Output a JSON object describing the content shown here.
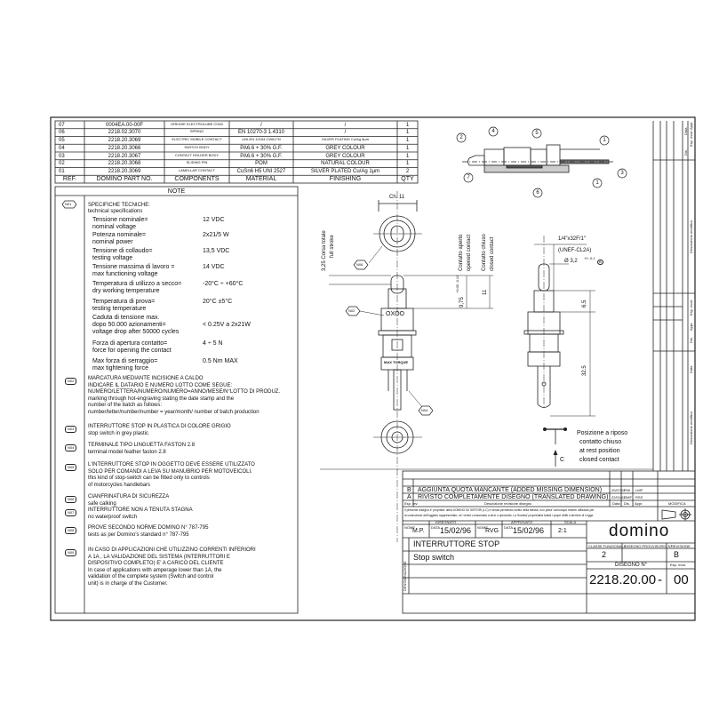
{
  "parts_table": {
    "headers": [
      "REF.",
      "DOMINO PART NO.",
      "COMPONENTS",
      "MATERIAL",
      "FINISHING",
      "QTY"
    ],
    "rows": [
      [
        "07",
        "0004EA.00-00F",
        "GREASE ELECTROLUBE CG60",
        "/",
        "/",
        "1"
      ],
      [
        "06",
        "2218.02.3070",
        "SPRING",
        "EN 10270-3 1.4310",
        "/",
        "1"
      ],
      [
        "05",
        "2218.20.3069",
        "ELECTRIC MOBILE CONTACT",
        "UNI-EN 12164 CW617N",
        "SILVER PLATING Cu/Ag 5µm",
        "1"
      ],
      [
        "04",
        "2218.20.3066",
        "SWITCH BODY",
        "PA6.6 + 30% G.F.",
        "GREY COLOUR",
        "1"
      ],
      [
        "03",
        "2218.20.3067",
        "CONTACT HOLDER BODY",
        "PA6.6 + 30% G.F.",
        "GREY COLOUR",
        "1"
      ],
      [
        "02",
        "2218.20.3068",
        "SLIDING PIN",
        "POM",
        "NATURAL COLOUR",
        "1"
      ],
      [
        "01",
        "2218.20.3069",
        "LAMELLAR CONTACT",
        "CuSn6 H5 UNI 2527",
        "SILVER PLATED Cu/Ag 1µm",
        "2"
      ]
    ]
  },
  "notes": {
    "title": "NOTE",
    "n01": {
      "tag": "N01",
      "heading": "SPECIFICHE TECNICHE:",
      "heading_en": "technical specifications",
      "specs": [
        {
          "it": "Tensione nominale=",
          "en": "nominal voltage",
          "value": "12 VDC"
        },
        {
          "it": "Potenza nominale=",
          "en": "nominal power",
          "value": "2x21/5 W"
        },
        {
          "it": "Tensione di collaudo=",
          "en": "testing voltage",
          "value": "13,5 VDC"
        },
        {
          "it": "Tensione massima di lavoro =",
          "en": "max functioning voltage",
          "value": "14 VDC"
        },
        {
          "it": "Temperatura di utilizzo a secco=",
          "en": "dry working temperature",
          "value": "-20°C ÷ +60°C"
        },
        {
          "it": "Temperatura di prova=",
          "en": "testing temperature",
          "value": "20°C ±5°C"
        },
        {
          "it": "Caduta di tensione max.",
          "it2": "dopo 50.000 azionamenti=",
          "en": "voltage drop after 50000 cycles",
          "value": "< 0.25V a 2x21W"
        },
        {
          "it": "Forza di apertura contatto=",
          "en": "force for opening the contact",
          "value": "4 ÷ 5 N"
        },
        {
          "it": "Max forza di serraggio=",
          "en": "max tightening force",
          "value": "0.5 Nm MAX"
        }
      ]
    },
    "others": [
      {
        "tag": "N02",
        "lines": [
          "MARCATURA MEDIANTE INCISIONE A CALDO",
          "INDICARE IL DATARIO E NUMERO LOTTO COME SEGUE:",
          "NUMERO/LETTERA/NUMERO/NUMERO=ANNO/MESE/N°LOTTO DI PRODUZ.",
          "marking through hot-engraving stating the date stamp and the",
          "number of the batch as follows:",
          "number/letter/number/number = year/month/ number of batch production"
        ]
      },
      {
        "tag": "N03",
        "lines": [
          "INTERRUTTORE STOP IN PLASTICA DI COLORE GRIGIO",
          "stop switch in grey plastic"
        ]
      },
      {
        "tag": "N04",
        "lines": [
          "TERMINALE TIPO LINGUETTA FASTON 2.8",
          "terminal model feather faston 2.8"
        ]
      },
      {
        "tag": "N05",
        "lines": [
          "L'INTERRUTTORE STOP IN OGGETTO DEVE ESSERE UTILIZZATO",
          "SOLO PER COMANDI A LEVA SU MANUBRIO PER MOTOVEICOLI.",
          "this kind of stop-switch can be fitted only to controls",
          "of motorcycles handlebars"
        ]
      },
      {
        "tag": "N06",
        "lines": [
          "CIANFRINATURA DI SICUREZZA",
          "safe calking"
        ]
      },
      {
        "tag": "N07",
        "lines": [
          "INTERRUTTORE NON A TENUTA STAGNA",
          "no waterproof switch"
        ]
      },
      {
        "tag": "N08",
        "lines": [
          "PROVE SECONDO NORME DOMINO N° 787-795",
          "tests as per Domino's standard n° 787-795"
        ]
      },
      {
        "tag": "N09",
        "lines": [
          "IN CASO DI APPLICAZIONI CHE UTILIZZINO CORRENTI INFERIORI",
          "A 1A , LA VALIDAZIONE DEL SISTEMA (INTERRUTTORI E",
          "DISPOSITIVO COMPLETO) E' A CARICO DEL CLIENTE",
          "In case of applications with amperage lower than 1A, the",
          "validation of the complete system (Switch and control",
          "unit) is in charge of the Customer."
        ]
      }
    ]
  },
  "drawing": {
    "ch_label": "Ch. 11",
    "stroke_it": "3,25 Corsa totale",
    "stroke_en": "full stroke",
    "open_it": "Contatto aperto",
    "open_en": "opened contact",
    "closed_it": "Contatto chiuso",
    "closed_en": "closed contact",
    "dim_975": "9,75",
    "dim_975_tol": "+0.05 -0.13",
    "dim_11": "11",
    "marking": "OXOO",
    "max_torque": "MAX TORQUE",
    "thread": "1/4\"x32F/1\"",
    "thread_class": "(UNEF-CL2A)",
    "diameter": "Ø 3,2",
    "diameter_tol": "+0 -0,1",
    "diameter_flag": "B",
    "dim_65": "6.5",
    "dim_325": "32.5",
    "rest_lines": [
      "Posizione a riposo",
      "contatto chiuso",
      "at rest position",
      "closed contact"
    ],
    "contact_label": "C",
    "tags": {
      "n06": "N06",
      "n02": "N02",
      "n04": "N04"
    },
    "section_balloons": [
      "1",
      "2",
      "3",
      "4",
      "5",
      "6",
      "7",
      "1"
    ]
  },
  "side_columns": {
    "top_labels": [
      "Data",
      "Dis.",
      "Appr.",
      "Esp. mod."
    ],
    "desc_label": "Descrizione modifica",
    "mid_labels": [
      "Esp. mod.",
      "Appr.",
      "Dis.",
      "Data"
    ]
  },
  "title_block": {
    "revisions": [
      {
        "rev": "B",
        "desc": "AGGIUNTA QUOTA MANCANTE (ADDED MISSING DIMENSION)",
        "date": "20/07/02",
        "dis": "FMI",
        "appr": "LMP"
      },
      {
        "rev": "A",
        "desc": "RIVISTO COMPLETAMENTE DISEGNO (TRANSLATED DRAWING)",
        "date": "22/01/02",
        "dis": "GMF",
        "appr": "RSS"
      }
    ],
    "rev_headers": {
      "rev": "Esp. rev.",
      "desc": "Descrizione revisione disegno",
      "date": "Data",
      "dis": "Dis.",
      "appr": "Appr.",
      "modifica": "MODIFICA"
    },
    "legal_1": "Il presente disegno e' proprieta' della DOMINO Srl SIRTORI (LC) e senza permesso scritto della stessa, non potra' comunque essere utilizzato per",
    "legal_2": "la costruzione dell'oggetto rappresentato, ne' venire comunicato a terzi o riprodotto. La Societa' proprietaria tutela i propri diritti a termine di Legge.",
    "drawn_label": "DISEGNATO",
    "approved_label": "APPROVATO",
    "scale_label": "SCALA",
    "name_label": "NOME",
    "date_label": "DATA",
    "drawn_name": "M.P.",
    "drawn_date": "15/02/96",
    "approved_name": "RVG",
    "approved_date": "15/02/96",
    "scale": "2:1",
    "logo": "domino",
    "denomination_label": "DENOMINAZIONE",
    "title_it": "INTERRUTTORE STOP",
    "title_en": "Stop switch",
    "class_label": "CLASSE FUNZIONALE",
    "provisional_label": "DISEGNO PROVVISORIO N°",
    "revision_label": "REVISIONE",
    "class_value": "2",
    "revision_value": "B",
    "drawing_no_label": "DISEGNO N°",
    "exp_mod_label": "Esp. mod.",
    "drawing_no": "2218.20.00",
    "exp_mod": "00"
  }
}
